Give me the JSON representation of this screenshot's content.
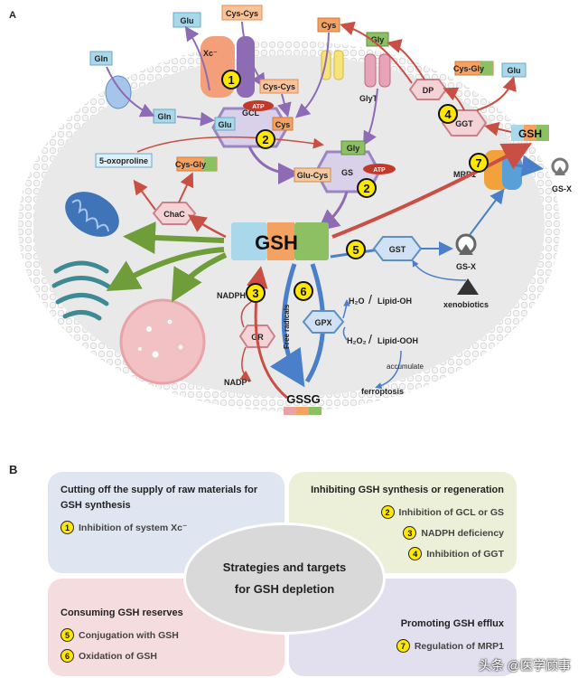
{
  "panel_a": {
    "letter": "A",
    "labels": {
      "glu_top": "Glu",
      "cys_cys_top": "Cys-Cys",
      "xc": "Xc⁻",
      "cys_cys_mid": "Cys-Cys",
      "gln_out": "Gln",
      "gln_in": "Gln",
      "atp_gcl": "ATP",
      "glu_gcl": "Glu",
      "cys_gcl": "Cys",
      "gcl": "GCL",
      "cys_out": "Cys",
      "gly_out": "Gly",
      "glyt": "GlyT",
      "gly_in": "Gly",
      "gs": "GS",
      "atp_gs": "ATP",
      "glu_cys": "Glu-Cys",
      "dp": "DP",
      "cys_gly_right": "Cys-Gly",
      "glu_right": "Glu",
      "ggt": "GGT",
      "gsh_right": "GSH",
      "mrp1": "MRP1",
      "gsx_out": "GS-X",
      "oxoproline": "5-oxoproline",
      "cys_gly_left": "Cys-Gly",
      "chac": "ChaC",
      "gsh_center": "GSH",
      "gst": "GST",
      "gsx_in": "GS-X",
      "xenobiotics": "xenobiotics",
      "nadph": "NADPH",
      "gr": "GR",
      "nadp": "NADP⁺",
      "free_radicals": "Free radicals",
      "gpx": "GPX",
      "h2o": "H₂O",
      "lipid_oh": "Lipid-OH",
      "h2o2": "H₂O₂",
      "lipid_ooh": "Lipid-OOH",
      "accumulate": "accumulate",
      "ferroptosis": "ferroptosis",
      "gssg": "GSSG",
      "n1": "1",
      "n2a": "2",
      "n2b": "2",
      "n3": "3",
      "n4": "4",
      "n5": "5",
      "n6": "6",
      "n7": "7"
    }
  },
  "panel_b": {
    "letter": "B",
    "center": [
      "Strategies and targets",
      "for GSH depletion"
    ],
    "quadrants": [
      {
        "title": "Cutting off the supply of raw materials for GSH synthesis",
        "items": [
          {
            "num": "1",
            "text": "Inhibition of system Xc⁻"
          }
        ]
      },
      {
        "title": "Inhibiting GSH synthesis or regeneration",
        "items": [
          {
            "num": "2",
            "text": "Inhibition of GCL or GS"
          },
          {
            "num": "3",
            "text": "NADPH deficiency"
          },
          {
            "num": "4",
            "text": "Inhibition of GGT"
          }
        ]
      },
      {
        "title": "Consuming GSH reserves",
        "items": [
          {
            "num": "5",
            "text": "Conjugation with GSH"
          },
          {
            "num": "6",
            "text": "Oxidation of GSH"
          }
        ]
      },
      {
        "title": "Promoting GSH efflux",
        "items": [
          {
            "num": "7",
            "text": "Regulation of MRP1"
          }
        ]
      }
    ],
    "watermark": "头条 @医学顾事"
  },
  "colors": {
    "blue_box": "#a8d8ea",
    "orange_box": "#f4a261",
    "green_box": "#8cc063",
    "pink": "#e8a3a3",
    "red_arrow": "#c94f45",
    "purple_arrow": "#8e6bb5",
    "blue_arrow": "#4a7fc9",
    "green_arrow": "#6f9d3a",
    "yellow": "#ffe800"
  }
}
